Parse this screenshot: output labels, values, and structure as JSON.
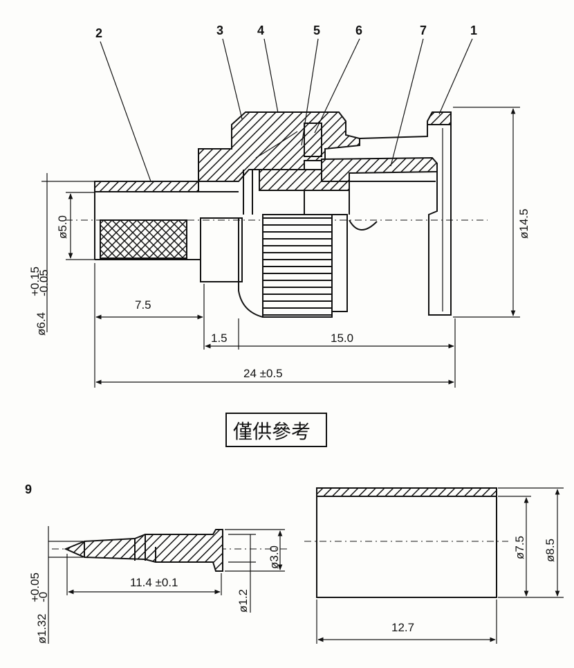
{
  "part_numbers": [
    "2",
    "3",
    "4",
    "5",
    "6",
    "7",
    "1",
    "9"
  ],
  "dimensions": {
    "main_inner_dia": "ø5.0",
    "main_outer_dia": "ø14.5",
    "main_tol_dia": "ø6.4",
    "main_tol_upper": "+0.15",
    "main_tol_lower": "-0.05",
    "len_a": "7.5",
    "len_b": "1.5",
    "len_c": "15.0",
    "len_total": "24 ±0.5",
    "pin_dia_head": "ø3.0",
    "pin_dia_shaft": "ø1.2",
    "pin_dia_tip": "ø1.32",
    "pin_tip_tol_upper": "+0.05",
    "pin_tip_tol_lower": "-0",
    "pin_length": "11.4 ±0.1",
    "sleeve_inner_dia": "ø7.5",
    "sleeve_outer_dia": "ø8.5",
    "sleeve_length": "12.7"
  },
  "note_box": "僅供參考"
}
